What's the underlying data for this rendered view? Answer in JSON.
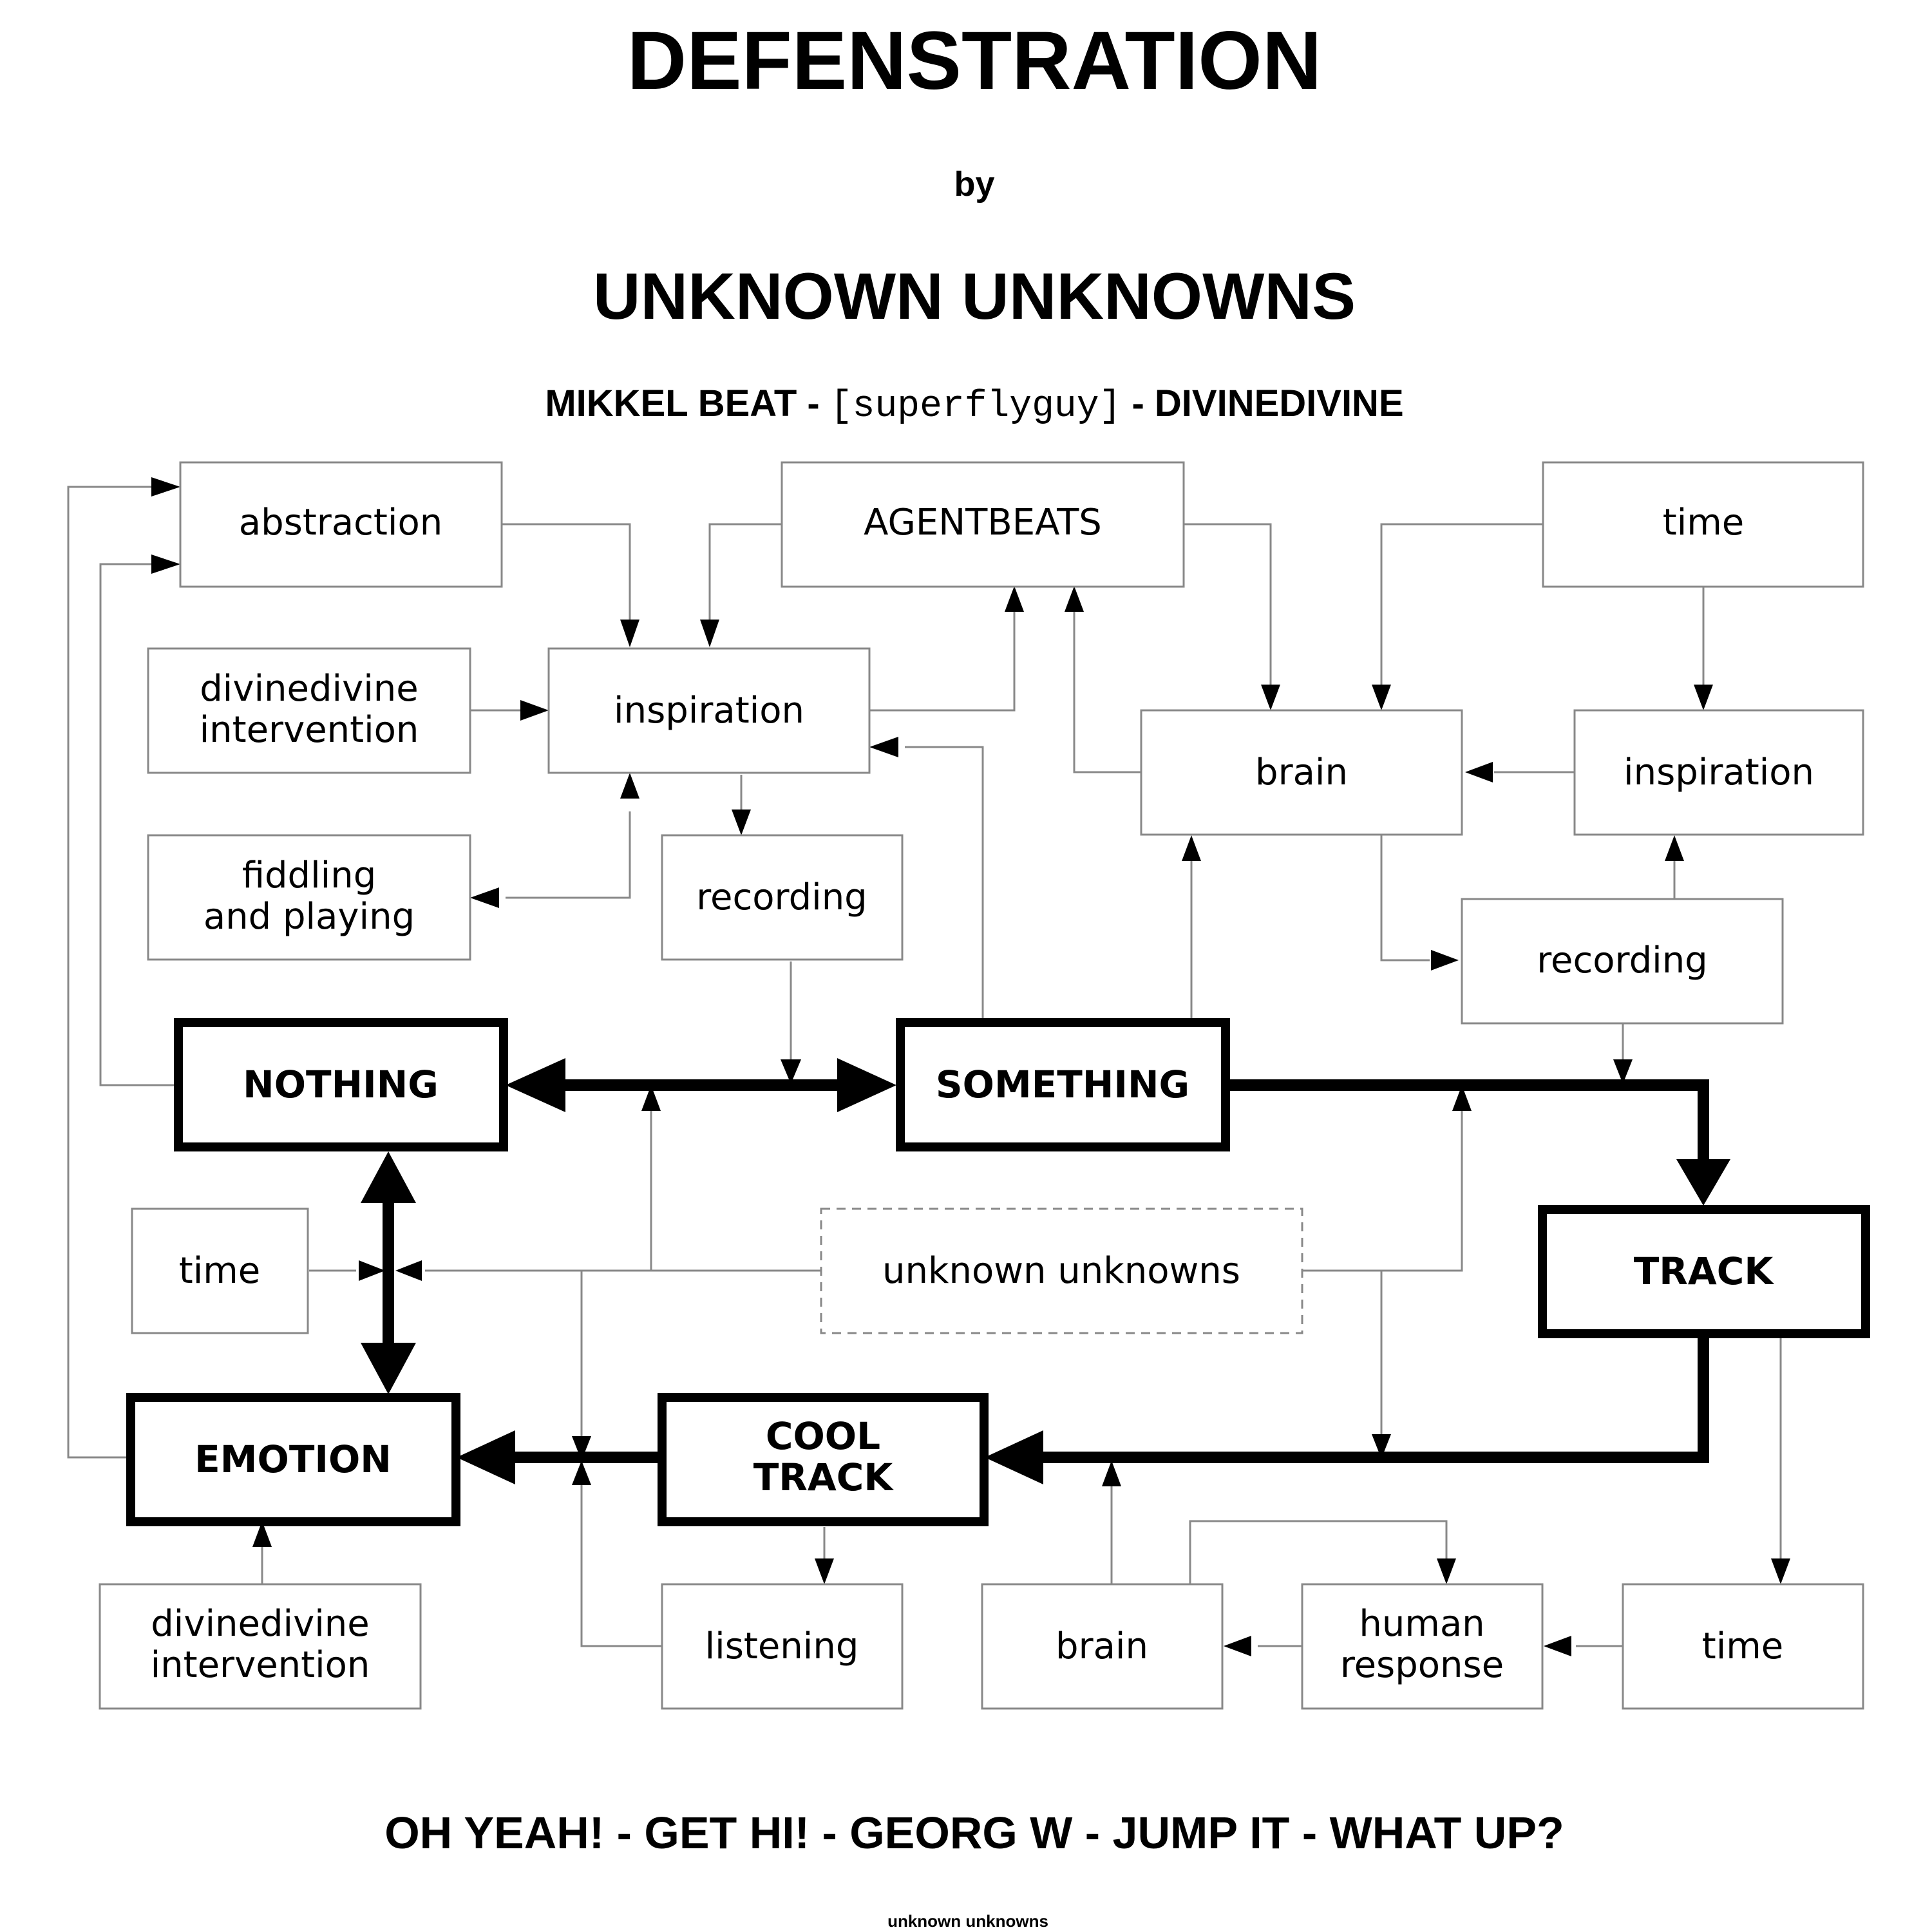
{
  "header": {
    "title": "DEFENSTRATION",
    "by": "by",
    "artist": "UNKNOWN UNKNOWNS",
    "members": {
      "member1": "MIKKEL BEAT",
      "sep1": " - ",
      "member2": "[superflyguy]",
      "sep2": " - ",
      "member3": "DIVINEDIVINE"
    }
  },
  "nodes": {
    "abstraction": "abstraction",
    "agentbeats": "AGENTBEATS",
    "time_top": "time",
    "divinedivine_top_1": "divinedivine",
    "divinedivine_top_2": "intervention",
    "inspiration_left": "inspiration",
    "brain_top": "brain",
    "inspiration_right": "inspiration",
    "fiddling_1": "fiddling",
    "fiddling_2": "and playing",
    "recording_left": "recording",
    "recording_right": "recording",
    "nothing": "NOTHING",
    "something": "SOMETHING",
    "track": "TRACK",
    "time_left": "time",
    "unknown_unknowns": "unknown unknowns",
    "emotion": "EMOTION",
    "cool_track_1": "COOL",
    "cool_track_2": "TRACK",
    "divinedivine_bottom_1": "divinedivine",
    "divinedivine_bottom_2": "intervention",
    "listening": "listening",
    "brain_bottom": "brain",
    "human_response_1": "human",
    "human_response_2": "response",
    "time_bottom": "time"
  },
  "footer": {
    "tracks": "OH YEAH! - GET HI! - GEORG W - JUMP IT - WHAT UP?",
    "small": "unknown unknowns"
  }
}
